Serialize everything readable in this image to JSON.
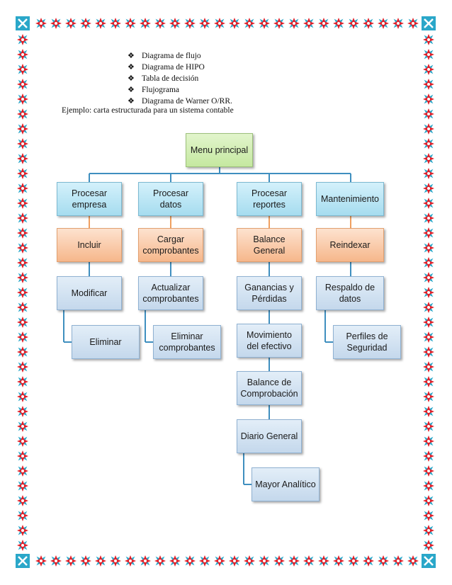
{
  "bullet_list": {
    "bullet_icon": "four-diamond-bullet-icon",
    "items": [
      "Diagrama de flujo",
      "Diagrama de HIPO",
      "Tabla de decisión",
      "Flujograma",
      "Diagrama de Warner O/RR."
    ]
  },
  "example_text": "Ejemplo: carta estructurada para un sistema contable",
  "org_chart": {
    "root": "Menu principal",
    "columns": [
      {
        "header": "Procesar empresa",
        "items": [
          "Incluir",
          "Modificar",
          "Eliminar"
        ]
      },
      {
        "header": "Procesar datos",
        "items": [
          "Cargar comprobantes",
          "Actualizar comprobantes",
          "Eliminar comprobantes"
        ]
      },
      {
        "header": "Procesar reportes",
        "items": [
          "Balance General",
          "Ganancias y Pérdidas",
          "Movimiento del efectivo",
          "Balance de Comprobación",
          "Diario General",
          "Mayor Analítico"
        ]
      },
      {
        "header": "Mantenimiento",
        "items": [
          "Reindexar",
          "Respaldo de datos",
          "Perfiles de Seguridad"
        ]
      }
    ]
  },
  "colors": {
    "root_fill": "#c5e8a0",
    "header_fill": "#a6dcef",
    "level1_fill": "#f6b78b",
    "level2_fill": "#c4d8ec",
    "connector": "#3f8fbf",
    "border_red": "#e0202a",
    "border_teal": "#2aa7c9"
  }
}
